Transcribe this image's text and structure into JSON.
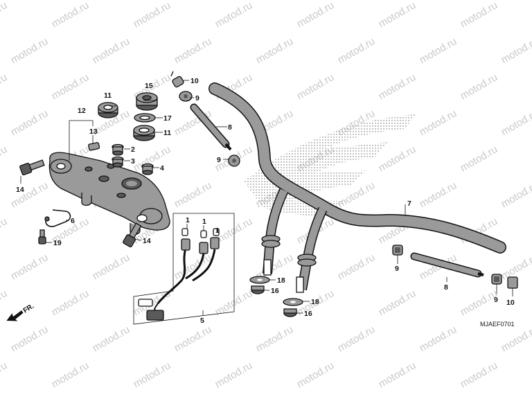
{
  "watermark": {
    "text": "motod.ru",
    "color": "#c9c9c9"
  },
  "diagram_code": "MJAEF0701",
  "direction_label": "FR.",
  "colors": {
    "part_fill": "#9a9a9a",
    "part_dark": "#5a5a5a",
    "dot_logo": "#8c8c8c"
  },
  "callouts": [
    {
      "id": "c10a",
      "text": "10"
    },
    {
      "id": "c9a",
      "text": "9"
    },
    {
      "id": "c15",
      "text": "15"
    },
    {
      "id": "c11a",
      "text": "11"
    },
    {
      "id": "c17",
      "text": "17"
    },
    {
      "id": "c11b",
      "text": "11"
    },
    {
      "id": "c12",
      "text": "12"
    },
    {
      "id": "c13",
      "text": "13"
    },
    {
      "id": "c8a",
      "text": "8"
    },
    {
      "id": "c2",
      "text": "2"
    },
    {
      "id": "c3",
      "text": "3"
    },
    {
      "id": "c9b",
      "text": "9"
    },
    {
      "id": "c4",
      "text": "4"
    },
    {
      "id": "c14a",
      "text": "14"
    },
    {
      "id": "c7",
      "text": "7"
    },
    {
      "id": "c6",
      "text": "6"
    },
    {
      "id": "c1a",
      "text": "1"
    },
    {
      "id": "c1b",
      "text": "1"
    },
    {
      "id": "c1c",
      "text": "1"
    },
    {
      "id": "c14b",
      "text": "14"
    },
    {
      "id": "c19",
      "text": "19"
    },
    {
      "id": "c9c",
      "text": "9"
    },
    {
      "id": "c18a",
      "text": "18"
    },
    {
      "id": "c16a",
      "text": "16"
    },
    {
      "id": "c8b",
      "text": "8"
    },
    {
      "id": "c18b",
      "text": "18"
    },
    {
      "id": "c9d",
      "text": "9"
    },
    {
      "id": "c10b",
      "text": "10"
    },
    {
      "id": "c5",
      "text": "5"
    },
    {
      "id": "c16b",
      "text": "16"
    }
  ]
}
